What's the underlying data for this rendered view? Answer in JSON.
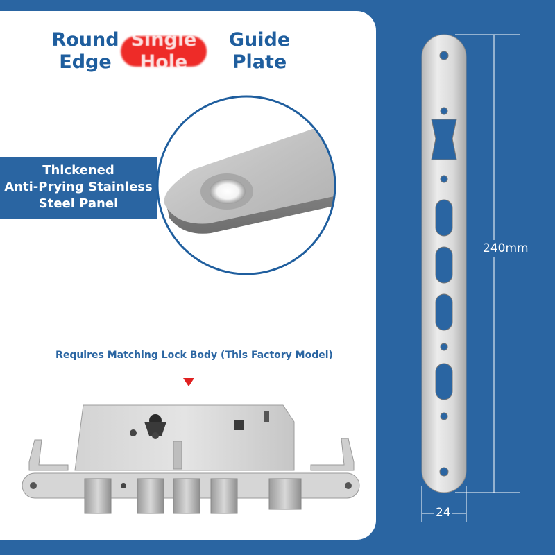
{
  "title": {
    "round_edge": "Round Edge",
    "single_hole": "Single Hole",
    "guide_plate": "Guide Plate"
  },
  "banner": {
    "line1": "Thickened",
    "line2": "Anti-Prying Stainless",
    "line3": "Steel Panel"
  },
  "requirement": "Requires Matching Lock Body (This Factory Model)",
  "dimensions": {
    "height": "240mm",
    "width": "24"
  },
  "colors": {
    "background_blue": "#2a65a2",
    "title_blue": "#1f5e9e",
    "badge_red": "#ee2b28",
    "arrow_red": "#e02020"
  }
}
